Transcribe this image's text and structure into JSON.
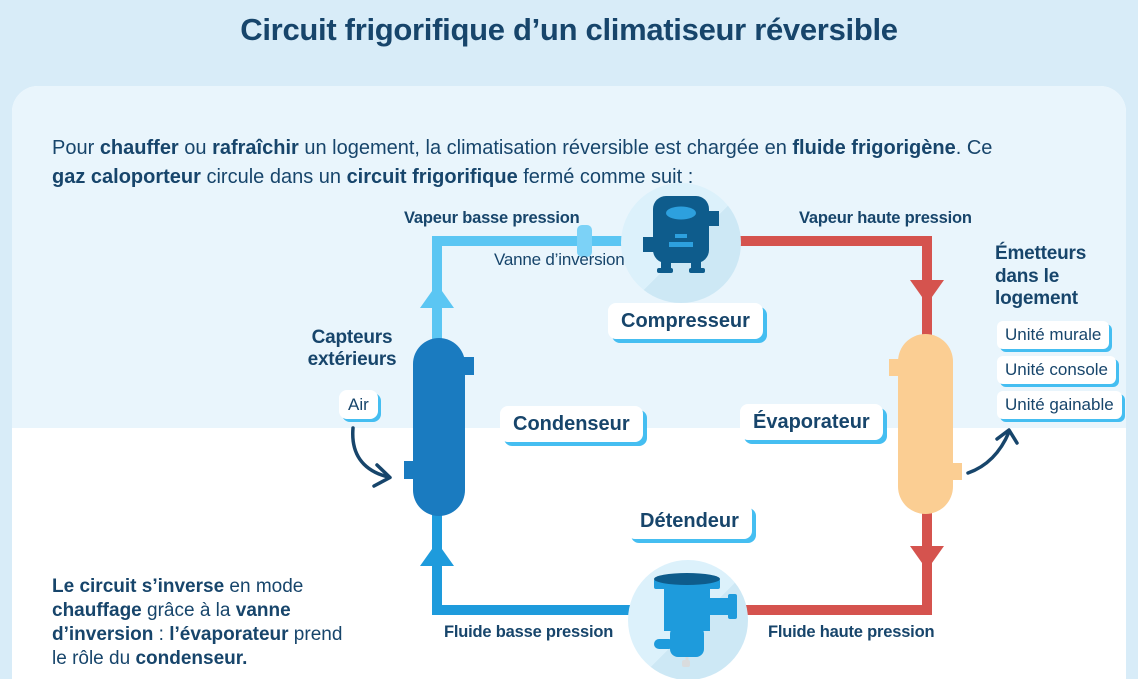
{
  "title": "Circuit frigorifique d’un climatiseur réversible",
  "intro": {
    "segments": [
      {
        "t": "Pour ",
        "b": false
      },
      {
        "t": "chauffer",
        "b": true
      },
      {
        "t": " ou ",
        "b": false
      },
      {
        "t": "rafraîchir",
        "b": true
      },
      {
        "t": " un logement, la climatisation réversible est chargée en ",
        "b": false
      },
      {
        "t": "fluide frigorigène",
        "b": true
      },
      {
        "t": ". Ce ",
        "b": false
      },
      {
        "t": "gaz caloporteur",
        "b": true
      },
      {
        "t": " circule dans un ",
        "b": false
      },
      {
        "t": "circuit frigorifique",
        "b": true
      },
      {
        "t": " fermé comme suit :",
        "b": false
      }
    ]
  },
  "note": {
    "segments": [
      {
        "t": "Le circuit s’inverse",
        "b": true
      },
      {
        "t": " en mode ",
        "b": false
      },
      {
        "t": "chauffage",
        "b": true
      },
      {
        "t": " grâce à la ",
        "b": false
      },
      {
        "t": "vanne d’inversion",
        "b": true
      },
      {
        "t": " : ",
        "b": false
      },
      {
        "t": "l’évaporateur",
        "b": true
      },
      {
        "t": " prend le rôle du ",
        "b": false
      },
      {
        "t": "condenseur.",
        "b": true
      }
    ]
  },
  "diagram": {
    "flow_labels": {
      "vapor_low": "Vapeur basse pression",
      "inversion_valve": "Vanne d’inversion",
      "vapor_high": "Vapeur haute pression",
      "fluid_low": "Fluide basse pression",
      "fluid_high": "Fluide haute pression"
    },
    "components": {
      "compressor": "Compresseur",
      "condenser": "Condenseur",
      "evaporator": "Évaporateur",
      "expansion_valve": "Détendeur"
    },
    "outdoor_sensors_label": "Capteurs extérieurs",
    "air_label": "Air",
    "emitters": {
      "heading": "Émetteurs dans le logement",
      "units": [
        "Unité murale",
        "Unité console",
        "Unité gainable"
      ]
    }
  },
  "colors": {
    "navy": "#17456B",
    "pagebg": "#D8ECF8",
    "cardblue": "#E9F5FC",
    "vapor": "#5BC6F3",
    "valve": "#7CD2F7",
    "hot": "#D5534E",
    "liquid": "#1E9BDC",
    "condenser": "#1A7BC0",
    "compressor": "#0E5C8C",
    "evaporator": "#FBCE93",
    "circlebg": "#DCF1FB",
    "circleshadow": "#CDE8F5",
    "tagshadow": "#45BEF1"
  }
}
